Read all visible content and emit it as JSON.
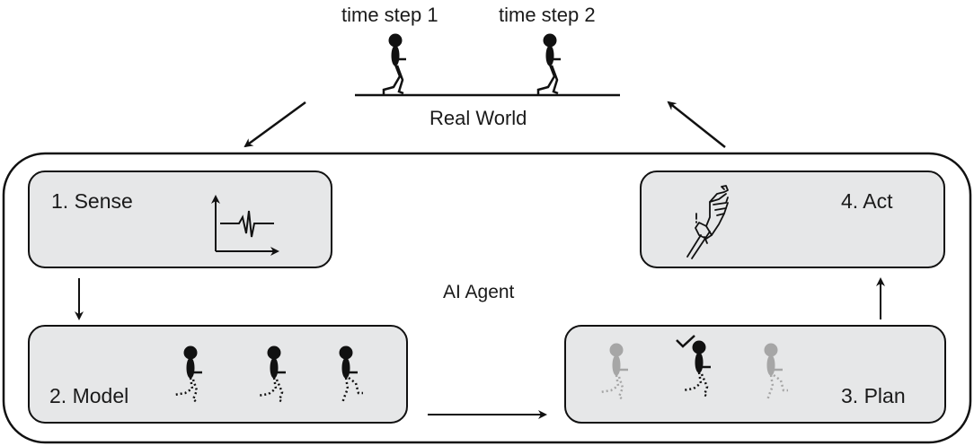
{
  "real_world": {
    "label": "Real World",
    "time_steps": [
      {
        "label": "time step 1"
      },
      {
        "label": "time step 2"
      }
    ]
  },
  "agent": {
    "label": "AI Agent",
    "stages": [
      {
        "id": "sense",
        "label": "1. Sense",
        "icon": "signal-graph-icon"
      },
      {
        "id": "model",
        "label": "2. Model",
        "icon": "predicted-walkers-icon"
      },
      {
        "id": "plan",
        "label": "3. Plan",
        "icon": "candidate-walkers-icon",
        "selected_option": 2
      },
      {
        "id": "act",
        "label": "4. Act",
        "icon": "hand-pressing-icon"
      }
    ]
  },
  "flow": [
    "Real World",
    "1. Sense",
    "2. Model",
    "3. Plan",
    "4. Act",
    "Real World"
  ],
  "colors": {
    "box_fill": "#e6e7e8",
    "stroke": "#111111",
    "faded_figure": "#a6a6a6"
  }
}
